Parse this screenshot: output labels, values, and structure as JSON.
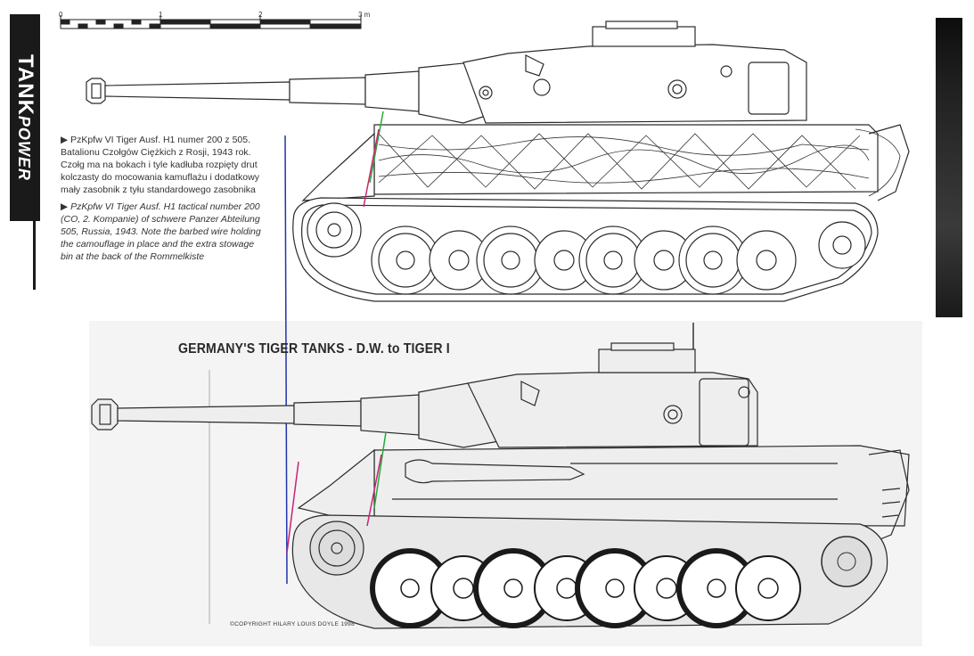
{
  "brand": {
    "part1": "TANK",
    "part2": "POWER"
  },
  "scale": {
    "ticks": [
      "0",
      "1",
      "2",
      "3 m"
    ]
  },
  "description_pl": "PzKpfw VI Tiger Ausf. H1 numer 200 z 505. Batalionu Czołgów Ciężkich z Rosji, 1943 rok. Czołg ma na bokach i tyle kadłuba rozpięty drut kolczasty do mocowania kamuflażu i dodatkowy mały zasobnik z tyłu standardowego zasobnika",
  "description_en": "PzKpfw VI Tiger Ausf. H1 tactical number 200 (CO, 2. Kompanie) of schwere Panzer Abteilung 505, Russia, 1943. Note the barbed wire holding the camouflage in place and the extra stowage bin at the back of the Rommelkiste",
  "book_title": "GERMANY'S TIGER TANKS - D.W. to TIGER I",
  "copyright": "©COPYRIGHT HILARY LOUIS DOYLE 1998",
  "colors": {
    "ink": "#2b2b2b",
    "overlay_blue": "#2233aa",
    "overlay_magenta": "#cc2277",
    "overlay_green": "#22aa33",
    "strip_dark": "#1a1a1a"
  }
}
